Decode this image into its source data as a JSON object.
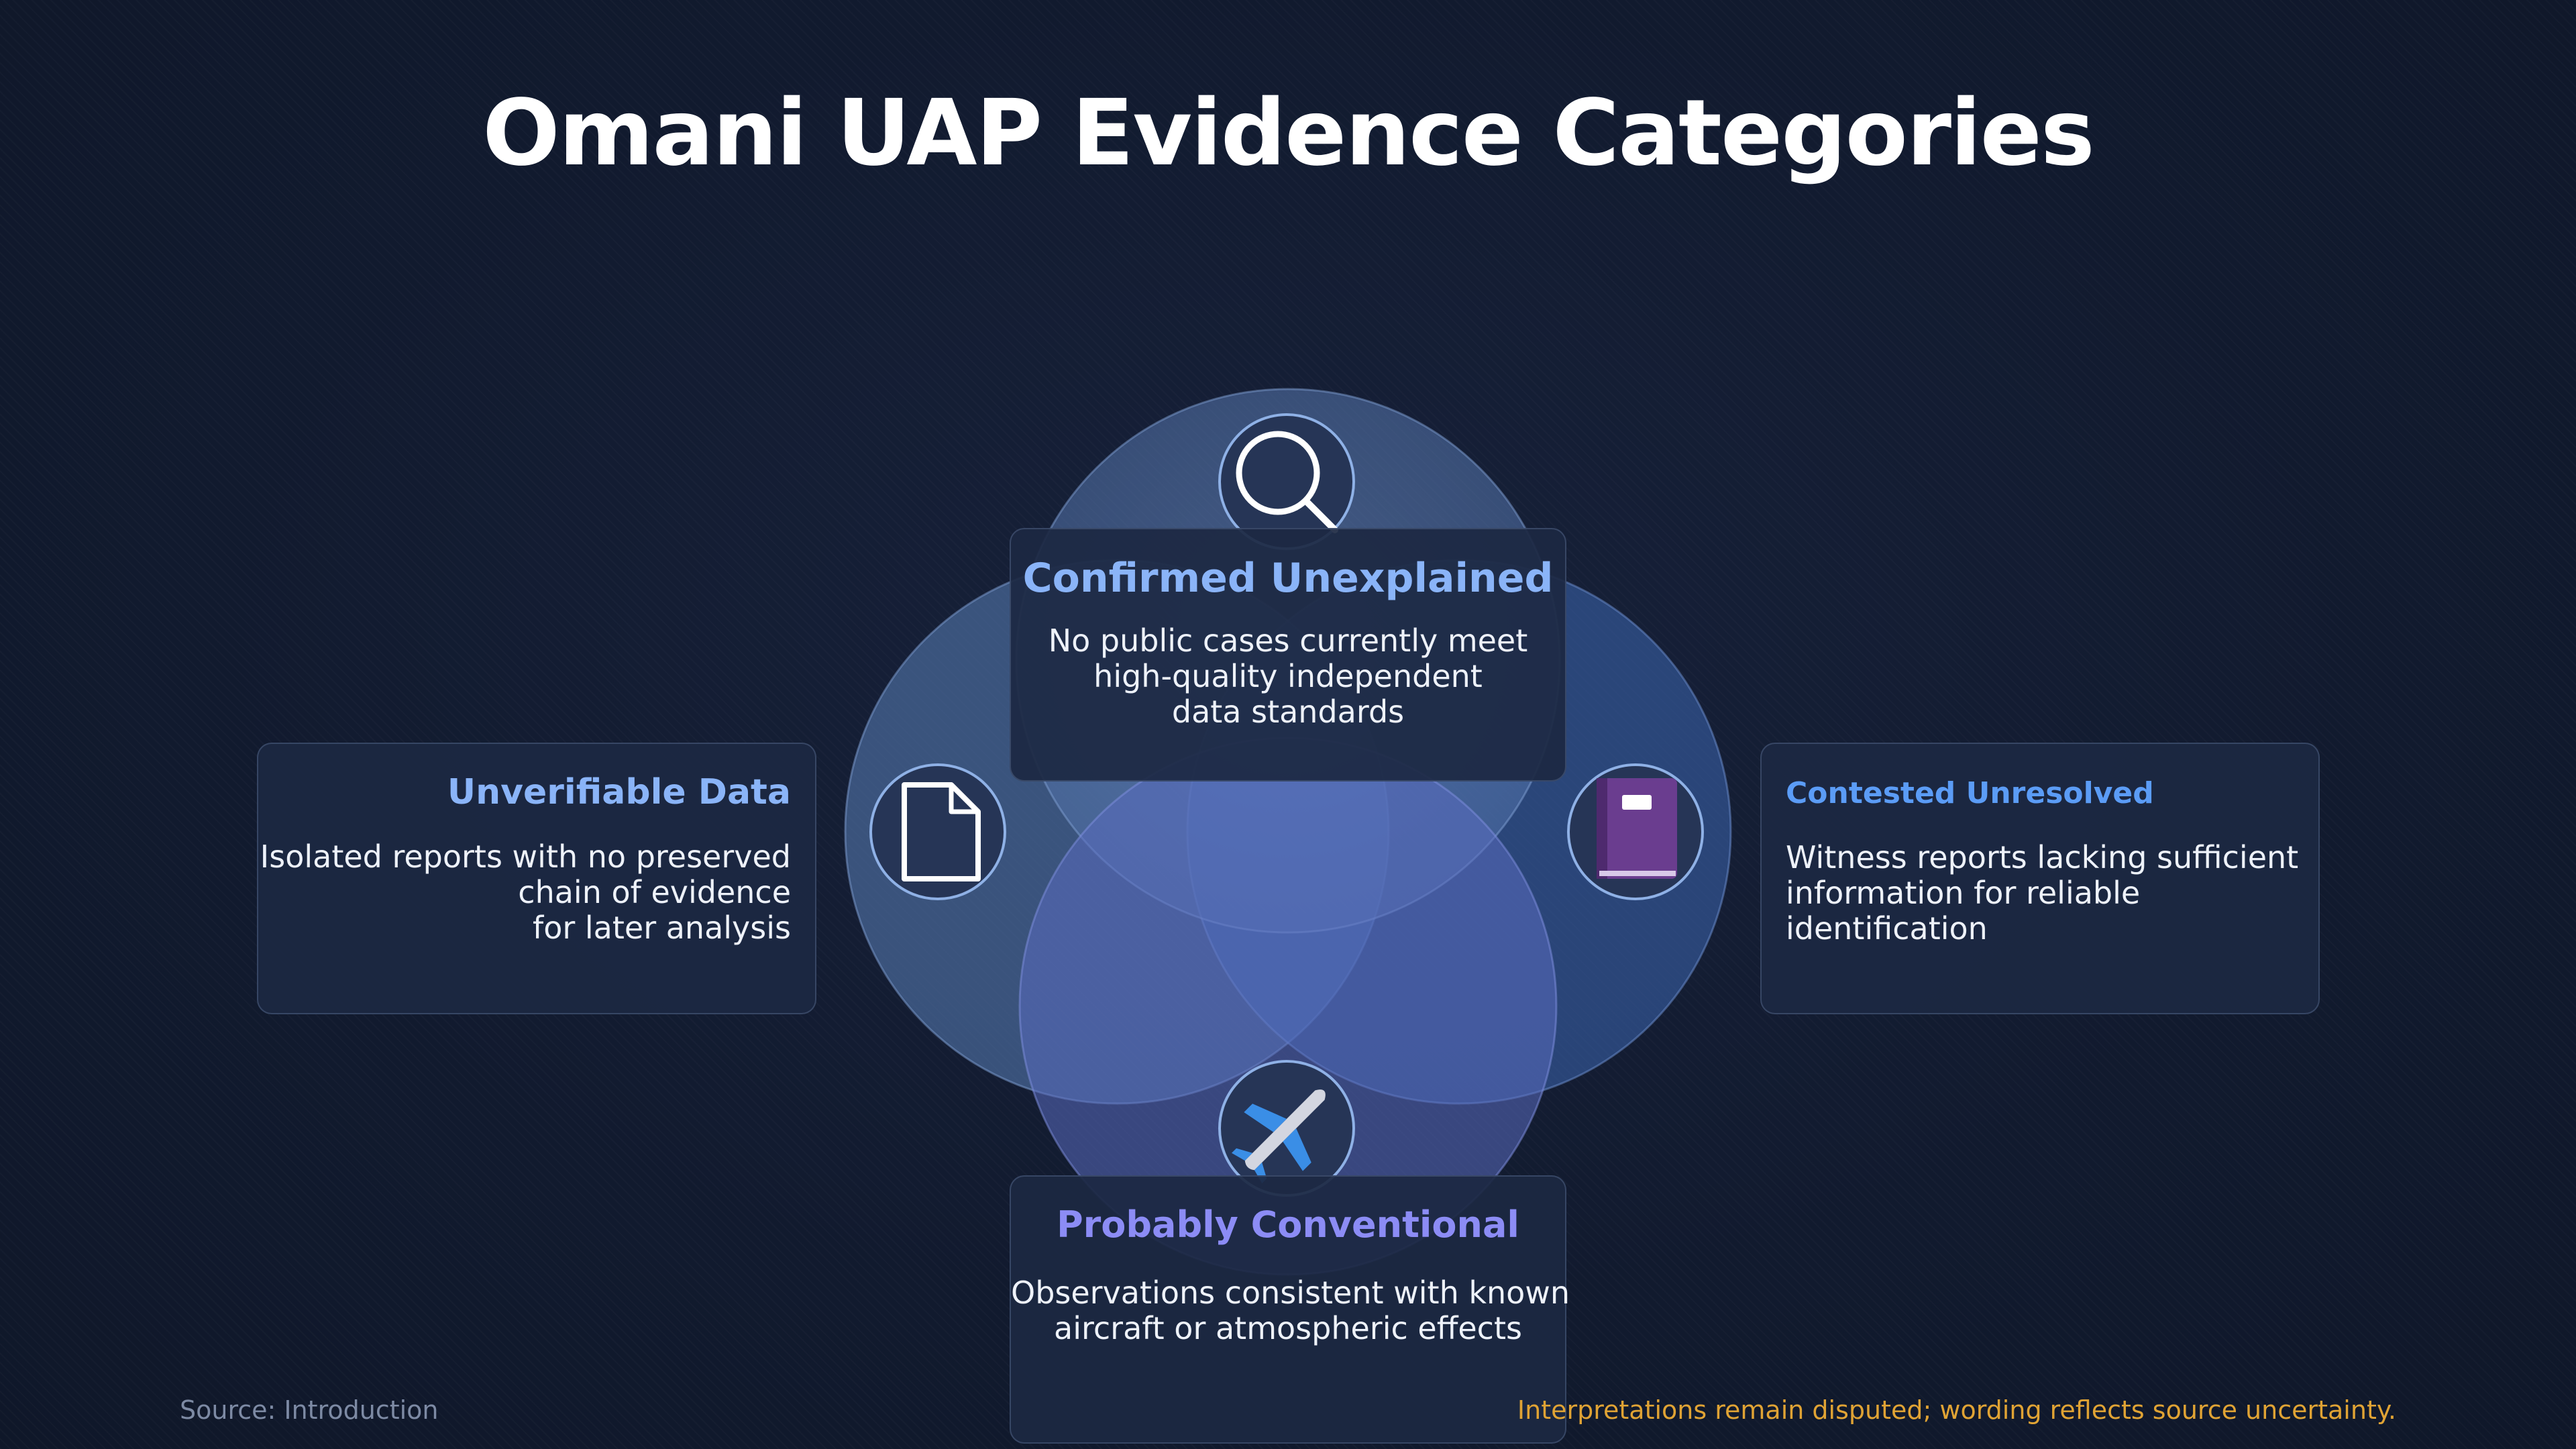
{
  "title": "Omani UAP Evidence Categories",
  "categories": {
    "top": {
      "heading": "Confirmed Unexplained",
      "lines": [
        "No public cases currently meet",
        "high-quality independent",
        "data standards"
      ],
      "icon": "magnifying-glass-icon"
    },
    "left": {
      "heading": "Unverifiable Data",
      "lines": [
        "Isolated reports with no preserved",
        "chain of evidence",
        "for later analysis"
      ],
      "icon": "document-icon"
    },
    "right": {
      "heading": "Contested Unresolved",
      "lines": [
        "Witness reports lacking sufficient",
        "information for reliable",
        "identification"
      ],
      "icon": "notebook-icon"
    },
    "bottom": {
      "heading": "Probably Conventional",
      "lines": [
        "Observations consistent with known",
        "aircraft or atmospheric effects"
      ],
      "icon": "airplane-icon"
    }
  },
  "footer": {
    "source": "Source: Introduction",
    "note": "Interpretations remain disputed; wording reflects source uncertainty."
  },
  "colors": {
    "background": "#111a2e",
    "heading_blue": "#8ab4f8",
    "heading_right": "#5b9cf6",
    "heading_bottom": "#8c8cf5",
    "note": "#e0a334",
    "source": "#7d8aa4"
  }
}
